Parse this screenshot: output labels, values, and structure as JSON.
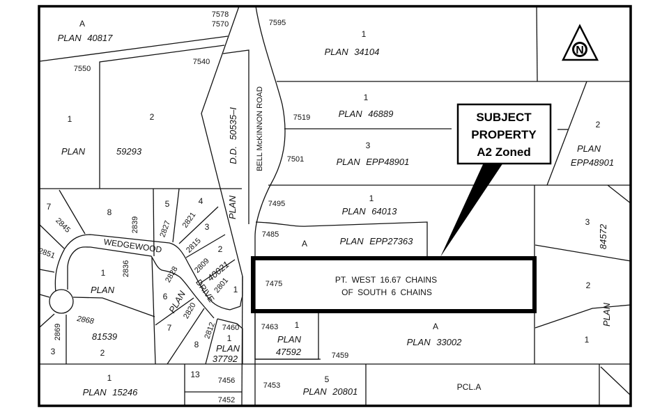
{
  "map": {
    "callout": {
      "line1": "SUBJECT",
      "line2": "PROPERTY",
      "line3": "A2 Zoned"
    },
    "north_arrow": {
      "icon": "north-arrow-icon",
      "letter": "N"
    },
    "subject_property_outline_color": "#000000",
    "labels": [
      "A",
      "PLAN 40817",
      "7578",
      "7570",
      "7550",
      "7540",
      "1",
      "PLAN",
      "2",
      "59293",
      "D.D. 50535–I",
      "BELL McKINNON ROAD",
      "PLAN",
      "7595",
      "1",
      "PLAN 34104",
      "1",
      "PLAN 46889",
      "7519",
      "3",
      "PLAN EPP48901",
      "7501",
      "2",
      "PLAN",
      "EPP48901",
      "7495",
      "1",
      "PLAN 64013",
      "7485",
      "A",
      "PLAN EPP27363",
      "7475",
      "PT. WEST 16.67 CHAINS",
      "OF SOUTH 6 CHAINS",
      "7463",
      "1",
      "PLAN",
      "47592",
      "7459",
      "A",
      "PLAN 33002",
      "7453",
      "5",
      "PLAN 20801",
      "PCL.A",
      "3",
      "84572",
      "2",
      "PLAN",
      "1",
      "7",
      "8",
      "5",
      "4",
      "2845",
      "2839",
      "2827",
      "2821",
      "3",
      "2815",
      "2",
      "2809",
      "40021",
      "WEDGEWOOD",
      "2851",
      "1",
      "2836",
      "PLAN",
      "2828",
      "6",
      "PLAN",
      "DRIVE",
      "2801",
      "1",
      "2868",
      "81539",
      "2869",
      "3",
      "2",
      "7",
      "2820",
      "8",
      "2812",
      "7460",
      "1",
      "PLAN",
      "37792",
      "1",
      "PLAN 15246",
      "13",
      "7456",
      "7452"
    ]
  }
}
